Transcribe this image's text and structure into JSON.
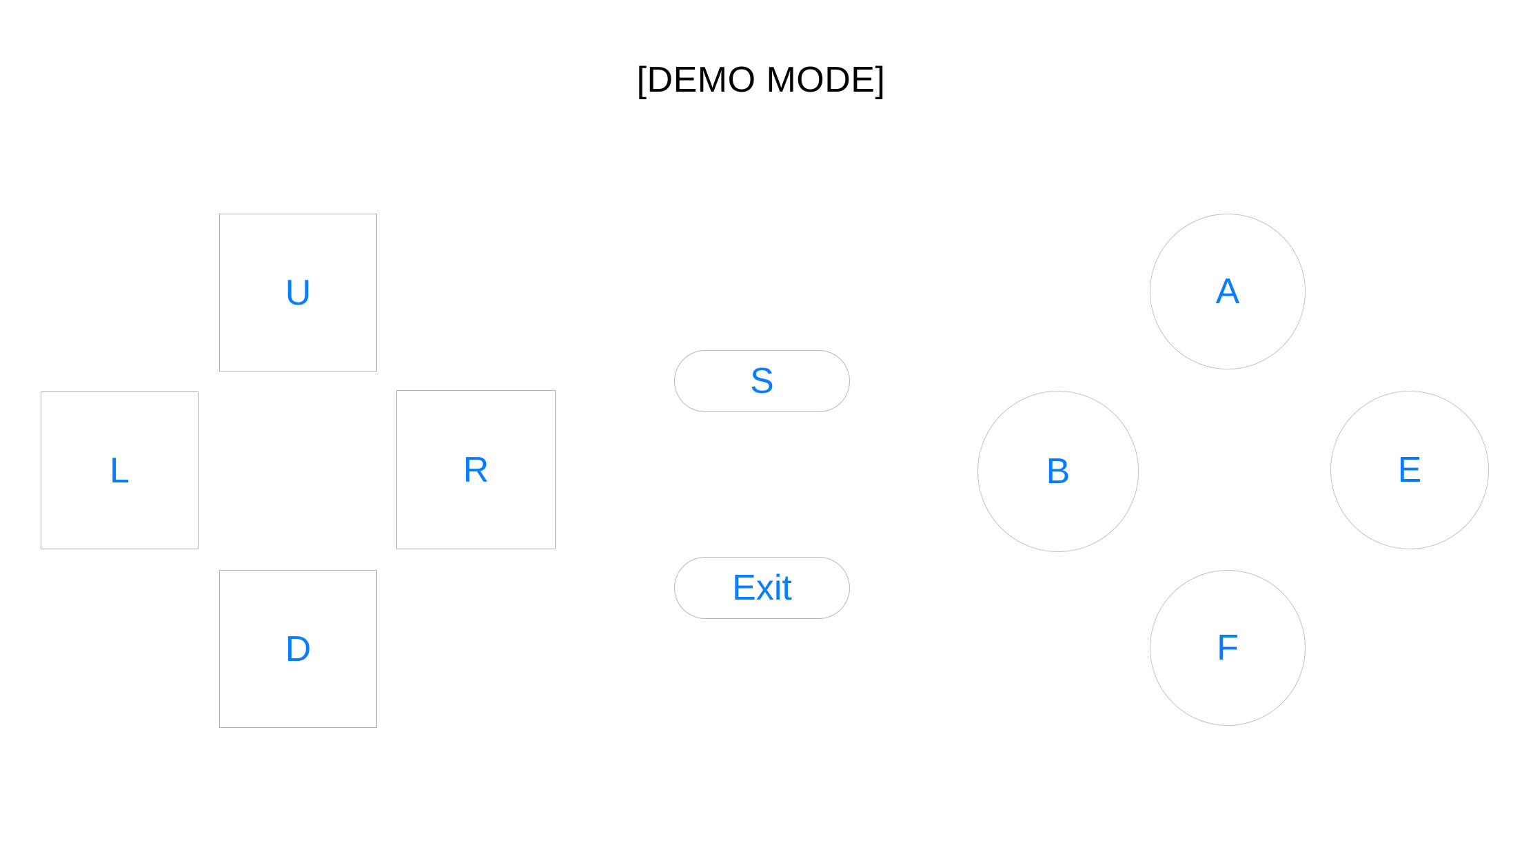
{
  "screen": {
    "background_color": "#ffffff",
    "accent_color": "#0a7cff",
    "border_color": "#adadad",
    "title_color": "#000000"
  },
  "header": {
    "title": "[DEMO MODE]"
  },
  "dpad": {
    "name": "direction-pad",
    "buttons": [
      {
        "id": "up",
        "label": "U",
        "shape": "square"
      },
      {
        "id": "left",
        "label": "L",
        "shape": "square"
      },
      {
        "id": "right",
        "label": "R",
        "shape": "square"
      },
      {
        "id": "down",
        "label": "D",
        "shape": "square"
      }
    ]
  },
  "center": {
    "name": "system-buttons",
    "buttons": [
      {
        "id": "select",
        "label": "S",
        "shape": "pill"
      },
      {
        "id": "exit",
        "label": "Exit",
        "shape": "pill"
      }
    ]
  },
  "actions": {
    "name": "action-pad",
    "buttons": [
      {
        "id": "a",
        "label": "A",
        "shape": "circle"
      },
      {
        "id": "b",
        "label": "B",
        "shape": "circle"
      },
      {
        "id": "e",
        "label": "E",
        "shape": "circle"
      },
      {
        "id": "f",
        "label": "F",
        "shape": "circle"
      }
    ]
  }
}
